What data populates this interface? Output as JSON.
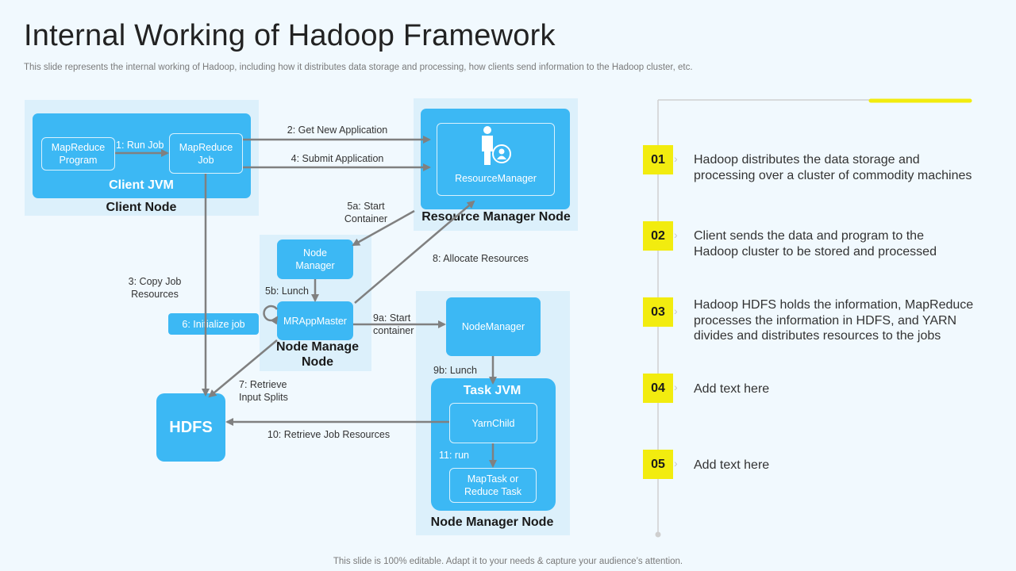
{
  "header": {
    "title": "Internal Working of Hadoop Framework",
    "subtitle": "This slide represents the internal working of Hadoop, including how it distributes data storage and processing, how clients send information to the Hadoop cluster, etc."
  },
  "diagram": {
    "client_node": {
      "label": "Client Node",
      "jvm_label": "Client JVM",
      "program": "MapReduce Program",
      "job": "MapReduce Job"
    },
    "resource_manager_node": {
      "label": "Resource Manager Node",
      "box": "ResourceManager",
      "icon": "manager-user-icon"
    },
    "node_manage_node": {
      "label": "Node Manage Node",
      "node_manager": "Node Manager",
      "app_master": "MRAppMaster"
    },
    "node_manager_node": {
      "label": "Node Manager Node",
      "node_manager": "NodeManager",
      "task_jvm": "Task JVM",
      "yarn_child": "YarnChild",
      "task": "MapTask or Reduce Task"
    },
    "hdfs": "HDFS",
    "initialize_job": "6: Initialize job",
    "edges": {
      "run_job": "1: Run Job",
      "get_new_app": "2: Get New Application",
      "copy_job": "3: Copy Job Resources",
      "submit_app": "4: Submit Application",
      "start_container_5a": "5a: Start Container",
      "lunch_5b": "5b: Lunch",
      "retrieve_splits": "7: Retrieve Input Splits",
      "allocate": "8: Allocate Resources",
      "start_container_9a": "9a: Start container",
      "lunch_9b": "9b: Lunch",
      "retrieve_job_res": "10: Retrieve  Job Resources",
      "run_11": "11: run"
    }
  },
  "steps": [
    {
      "num": "01",
      "text": "Hadoop distributes the data storage and processing over a cluster of commodity machines"
    },
    {
      "num": "02",
      "text": "Client sends the data and program to the Hadoop cluster to be stored and processed"
    },
    {
      "num": "03",
      "text": "Hadoop HDFS holds the information, MapReduce processes the information in HDFS, and YARN divides and distributes resources to the jobs"
    },
    {
      "num": "04",
      "text": "Add text here"
    },
    {
      "num": "05",
      "text": "Add text here"
    }
  ],
  "footer": "This slide is 100% editable. Adapt it to your needs & capture your audience’s attention.",
  "colors": {
    "accent_blue": "#3cb8f4",
    "zone_blue": "#dcf0fb",
    "accent_yellow": "#f2ec0f"
  }
}
